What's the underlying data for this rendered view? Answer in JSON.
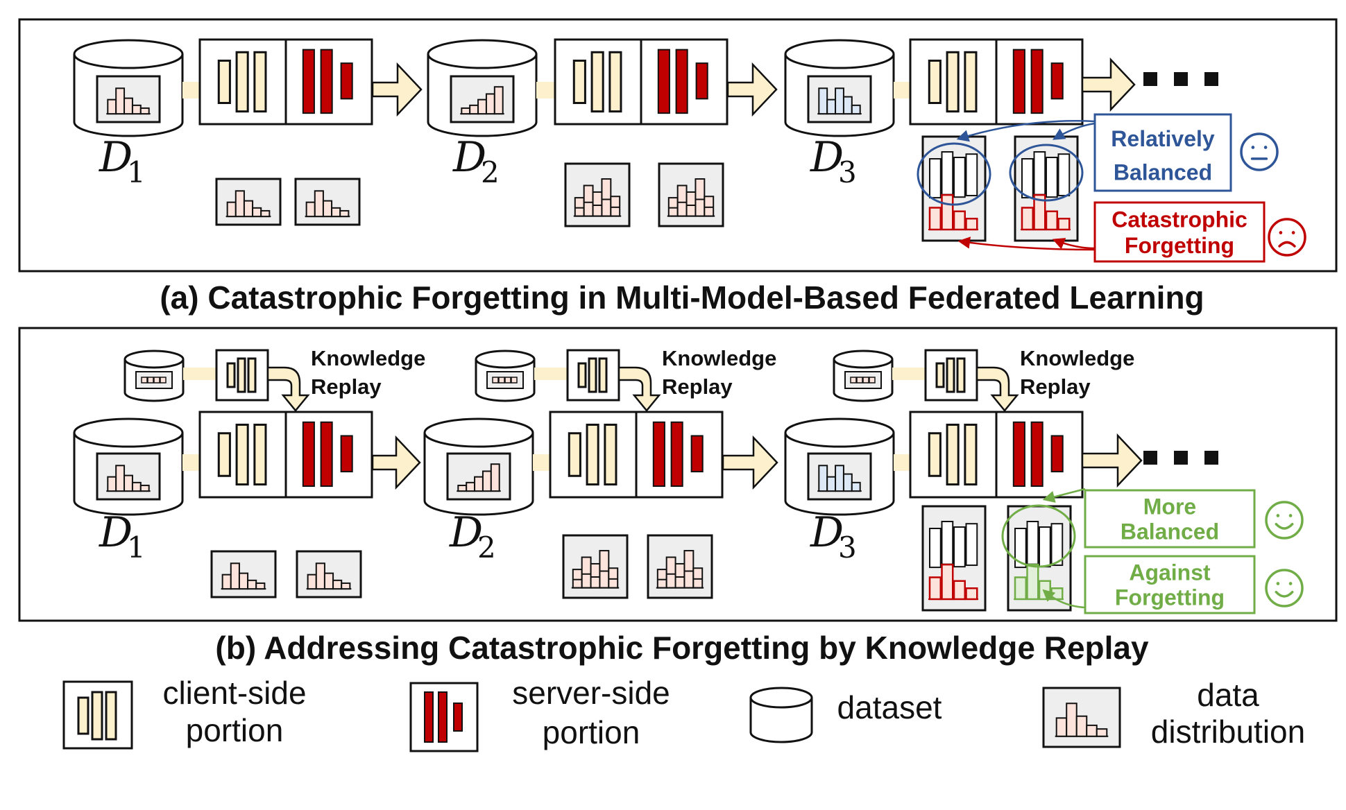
{
  "panel_a": {
    "caption": "(a) Catastrophic Forgetting in Multi-Model-Based Federated Learning",
    "datasets": [
      {
        "label": "D",
        "sub": "1"
      },
      {
        "label": "D",
        "sub": "2"
      },
      {
        "label": "D",
        "sub": "3"
      }
    ],
    "continuation": "...",
    "annotations": {
      "balanced_line1": "Relatively",
      "balanced_line2": "Balanced",
      "forgetting_line1": "Catastrophic",
      "forgetting_line2": "Forgetting"
    }
  },
  "panel_b": {
    "caption": "(b) Addressing Catastrophic Forgetting by Knowledge Replay",
    "datasets": [
      {
        "label": "D",
        "sub": "1"
      },
      {
        "label": "D",
        "sub": "2"
      },
      {
        "label": "D",
        "sub": "3"
      }
    ],
    "replay_line1": "Knowledge",
    "replay_line2": "Replay",
    "continuation": "...",
    "annotations": {
      "balanced_line1": "More",
      "balanced_line2": "Balanced",
      "forgetting_line1": "Against",
      "forgetting_line2": "Forgetting"
    }
  },
  "legend": {
    "client_line1": "client-side",
    "client_line2": "portion",
    "server_line1": "server-side",
    "server_line2": "portion",
    "dataset": "dataset",
    "dist_line1": "data",
    "dist_line2": "distribution"
  },
  "colors": {
    "client": "#fdf0cd",
    "server": "#c00000",
    "hist_pink": "#fce4dc",
    "hist_blue": "#dce8f6",
    "balanced_blue": "#2e5597",
    "forgetting_red": "#c00000",
    "good_green": "#70ad47"
  },
  "icons": {
    "neutral_face": "neutral-face-icon",
    "sad_face": "sad-face-icon",
    "smile_face": "smile-face-icon"
  }
}
